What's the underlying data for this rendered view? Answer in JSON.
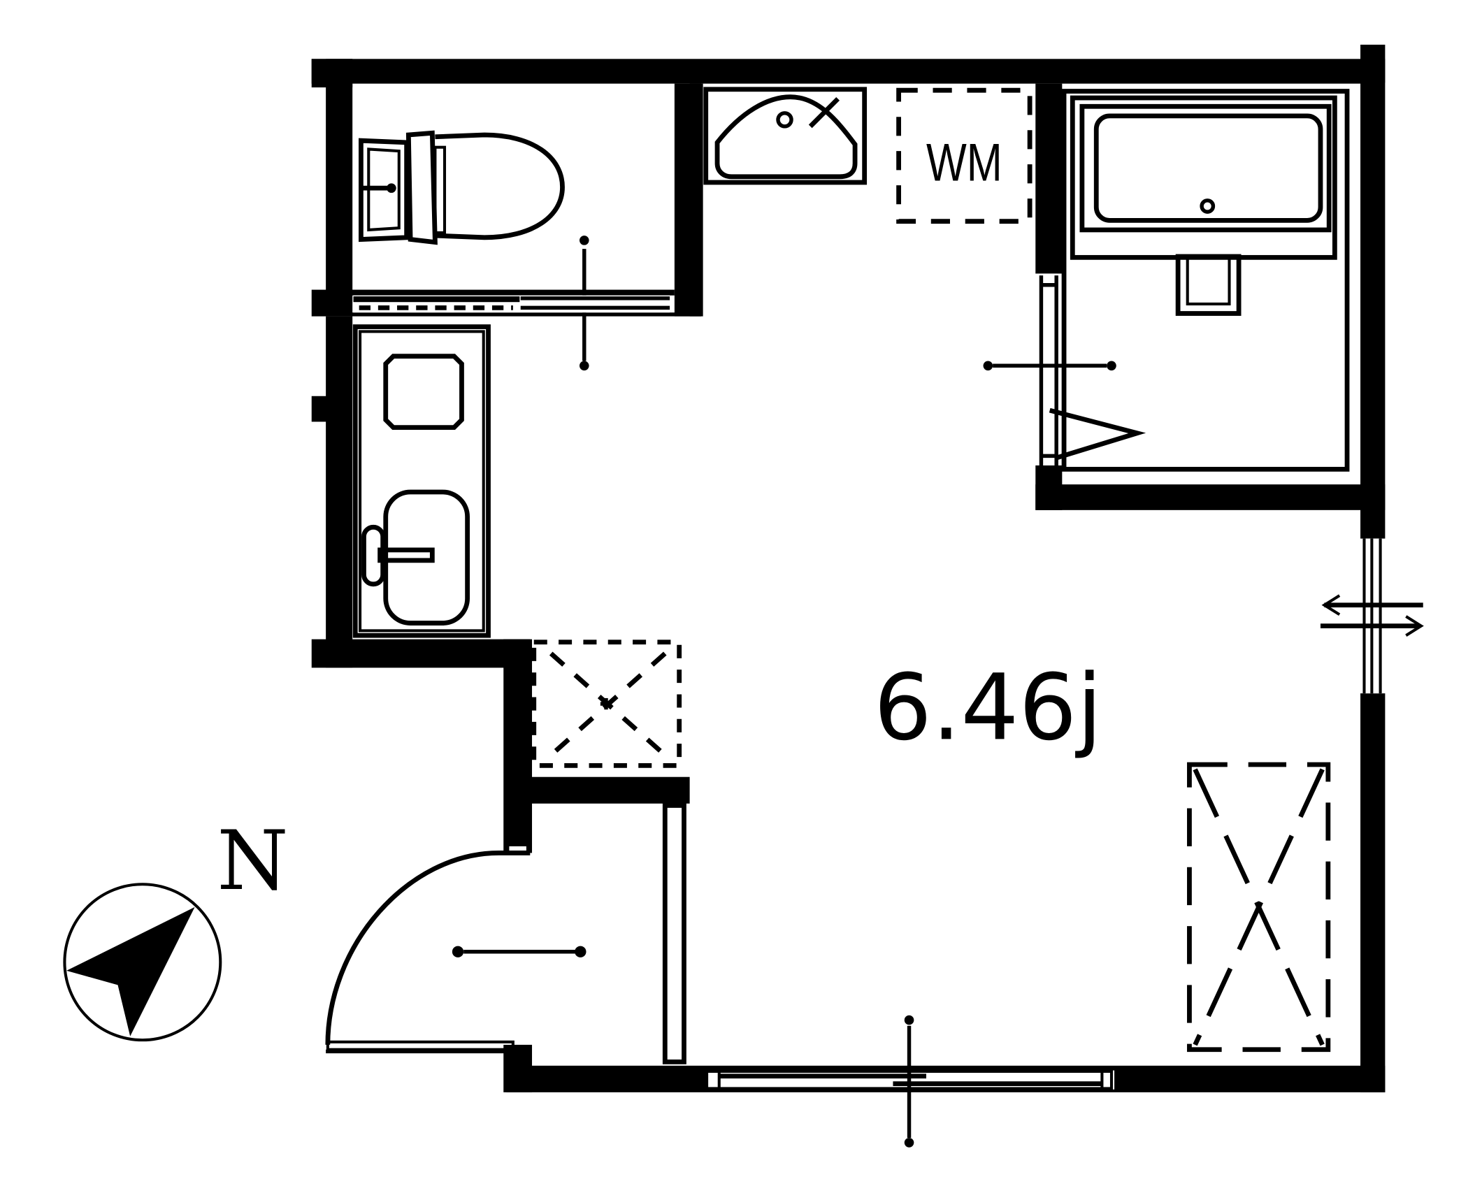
{
  "floor_plan": {
    "type": "1R studio apartment floor plan",
    "main_room": {
      "area_label": "6.46j",
      "name": "living room"
    },
    "utility": {
      "washing_machine_label": "WM"
    },
    "compass": {
      "north_label": "N",
      "icon": "compass-arrow-icon"
    },
    "rooms": [
      {
        "name": "toilet",
        "fixtures": [
          "toilet"
        ]
      },
      {
        "name": "washroom",
        "fixtures": [
          "corner-sink",
          "washing-machine-space"
        ]
      },
      {
        "name": "bathroom",
        "fixtures": [
          "bathtub",
          "folding-door"
        ]
      },
      {
        "name": "kitchen",
        "fixtures": [
          "stove",
          "kitchen-sink"
        ]
      },
      {
        "name": "entrance",
        "fixtures": [
          "entry-door",
          "shoe-storage"
        ]
      },
      {
        "name": "closet",
        "fixtures": [
          "storage"
        ]
      }
    ],
    "colors": {
      "walls": "#000000",
      "background": "#ffffff"
    }
  }
}
